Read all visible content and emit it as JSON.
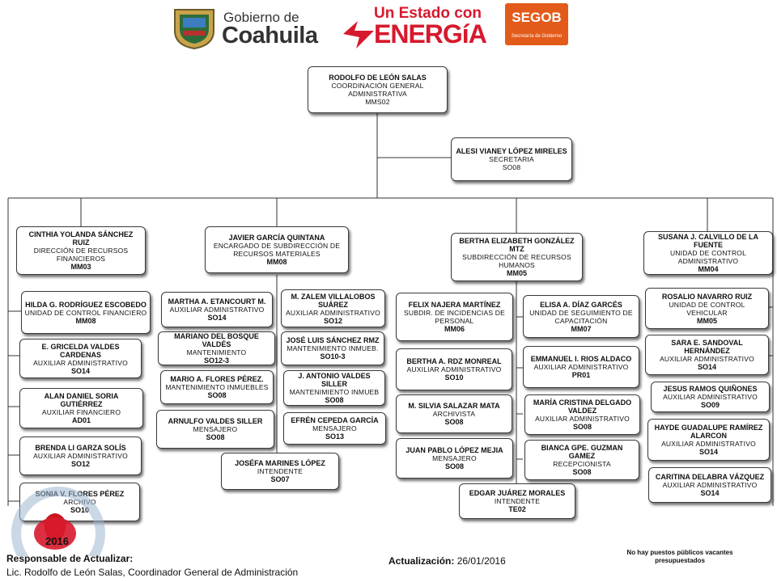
{
  "header": {
    "coahuila_logo": {
      "line1": "Gobierno de",
      "line2": "Coahuila"
    },
    "energia_logo": {
      "line1": "Un Estado con",
      "line2": "ENERGíA"
    },
    "segob_logo": {
      "line1": "SEGOB",
      "line2": "Secretaría de Gobierno"
    }
  },
  "boxes": {
    "director": {
      "name": "RODOLFO DE LEÓN  SALAS",
      "title": "COORDINACIÓN  GENERAL ADMINISTRATIVA",
      "code": "MMS02"
    },
    "secretary": {
      "name": "ALESI VIANEY LÓPEZ MIRELES",
      "title": "SECRETARIA",
      "code": "SO08"
    },
    "cinthia": {
      "name": "CINTHIA YOLANDA SÁNCHEZ RUIZ",
      "title": "DIRECCIÓN  DE RECURSOS FINANCIEROS",
      "code": "MM03"
    },
    "javier": {
      "name": "JAVIER GARCÍA QUINTANA",
      "title": "ENCARGADO DE SUBDIRECCIÓN DE RECURSOS MATERIALES",
      "code": "MM08"
    },
    "bertha_e": {
      "name": "BERTHA ELIZABETH GONZÁLEZ MTZ",
      "title": "SUBDIRECCIÓN DE RECURSOS HUMANOS",
      "code": "MM05"
    },
    "susana": {
      "name": "SUSANA J. CALVILLO DE LA FUENTE",
      "title": "UNIDAD DE CONTROL ADMINISTRATIVO",
      "code": "MM04"
    },
    "hilda": {
      "name": "HILDA G. RODRÍGUEZ ESCOBEDO",
      "title": "UNIDAD DE CONTROL FINANCIERO",
      "code": "MM08"
    },
    "gricelda": {
      "name": "E. GRICELDA VALDES CARDENAS",
      "title": "AUXILIAR ADMINISTRATIVO",
      "code": "SO14"
    },
    "alan": {
      "name": "ALAN DANIEL SORIA GUTIÉRREZ",
      "title": "AUXILIAR FINANCIERO",
      "code": "AD01"
    },
    "brenda": {
      "name": "BRENDA LI GARZA SOLÍS",
      "title": "AUXILIAR ADMINISTRATIVO",
      "code": "SO12"
    },
    "sonia": {
      "name": "SONIA V. FLORES PÉREZ",
      "title": "ARCHIVO",
      "code": "SO10"
    },
    "martha": {
      "name": "MARTHA A. ETANCOURT M.",
      "title": "AUXILIAR ADMINISTRATIVO",
      "code": "SO14"
    },
    "mariano": {
      "name": "MARIANO DEL BOSQUE VALDÉS",
      "title": "MANTENIMIENTO",
      "code": "SO12-3"
    },
    "mario": {
      "name": "MARIO A. FLORES PÉREZ.",
      "title": "MANTENIMIENTO INMUEBLES",
      "code": "SO08"
    },
    "arnulfo": {
      "name": "ARNULFO VALDES SILLER",
      "title": "MENSAJERO",
      "code": "SO08"
    },
    "zalem": {
      "name": "M. ZALEM VILLALOBOS SUÁREZ",
      "title": "AUXILIAR ADMINISTRATIVO",
      "code": "SO12"
    },
    "jose": {
      "name": "JOSÉ LUIS SÁNCHEZ RMZ",
      "title": "MANTENIMIENTO INMUEB.",
      "code": "SO10-3"
    },
    "antonio": {
      "name": "J. ANTONIO VALDES SILLER",
      "title": "MANTENIMIENTO INMUEB",
      "code": "SO08"
    },
    "efren": {
      "name": "EFRÉN CEPEDA GARCÍA",
      "title": "MENSAJERO",
      "code": "SO13"
    },
    "josefa": {
      "name": "JOSÉFA MARINES LÓPEZ",
      "title": "INTENDENTE",
      "code": "SO07"
    },
    "felix": {
      "name": "FELIX NAJERA MARTÍNEZ",
      "title": "SUBDIR. DE INCIDENCIAS DE PERSONAL",
      "code": "MM06"
    },
    "bertha_r": {
      "name": "BERTHA A. RDZ MONREAL",
      "title": "AUXILIAR ADMINISTRATIVO",
      "code": "SO10"
    },
    "silvia": {
      "name": "M. SILVIA SALAZAR MATA",
      "title": "ARCHIVISTA",
      "code": "SO08"
    },
    "juan": {
      "name": "JUAN PABLO LÓPEZ MEJIA",
      "title": "MENSAJERO",
      "code": "SO08"
    },
    "edgar": {
      "name": "EDGAR JUÁREZ MORALES",
      "title": "INTENDENTE",
      "code": "TE02"
    },
    "elisa": {
      "name": "ELISA A. DÍAZ GARCÉS",
      "title": "UNIDAD DE SEGUIMIENTO DE CAPACITACIÓN",
      "code": "MM07"
    },
    "emmanuel": {
      "name": "EMMANUEL I. RIOS ALDACO",
      "title": "AUXILIAR ADMINISTRATIVO",
      "code": "PR01"
    },
    "maria": {
      "name": "MARÍA CRISTINA DELGADO VALDEZ",
      "title": "AUXILIAR ADMINISTRATIVO",
      "code": "SO08"
    },
    "bianca": {
      "name": "BIANCA GPE. GUZMAN GAMEZ",
      "title": "RECEPCIONISTA",
      "code": "SO08"
    },
    "rosalio": {
      "name": "ROSALIO NAVARRO RUIZ",
      "title": "UNIDAD DE CONTROL VEHICULAR",
      "code": "MM05"
    },
    "sara": {
      "name": "SARA E. SANDOVAL HERNÁNDEZ",
      "title": "AUXILIAR ADMINISTRATIVO",
      "code": "SO14"
    },
    "jesus": {
      "name": "JESUS RAMOS QUIÑONES",
      "title": "AUXILIAR ADMINISTRATIVO",
      "code": "SO09"
    },
    "hayde": {
      "name": "HAYDE GUADALUPE RAMÍREZ ALARCON",
      "title": "AUXILIAR ADMINISTRATIVO",
      "code": "SO14"
    },
    "caritina": {
      "name": "CARITINA DELABRA VÁZQUEZ",
      "title": "AUXILIAR ADMINISTRATIVO",
      "code": "SO14"
    }
  },
  "footer": {
    "responsible_label": "Responsable de Actualizar:",
    "responsible_name": "Lic. Rodolfo de León Salas, Coordinador  General  de  Administración",
    "update_label": "Actualización:",
    "update_date": "26/01/2016",
    "note": "No hay puestos públicos vacantes presupuestados",
    "badge_year": "2016"
  },
  "colors": {
    "energia_red": "#d7192d",
    "segob_orange": "#e35b1a",
    "coahuila_text": "#333333",
    "line": "#333333"
  }
}
